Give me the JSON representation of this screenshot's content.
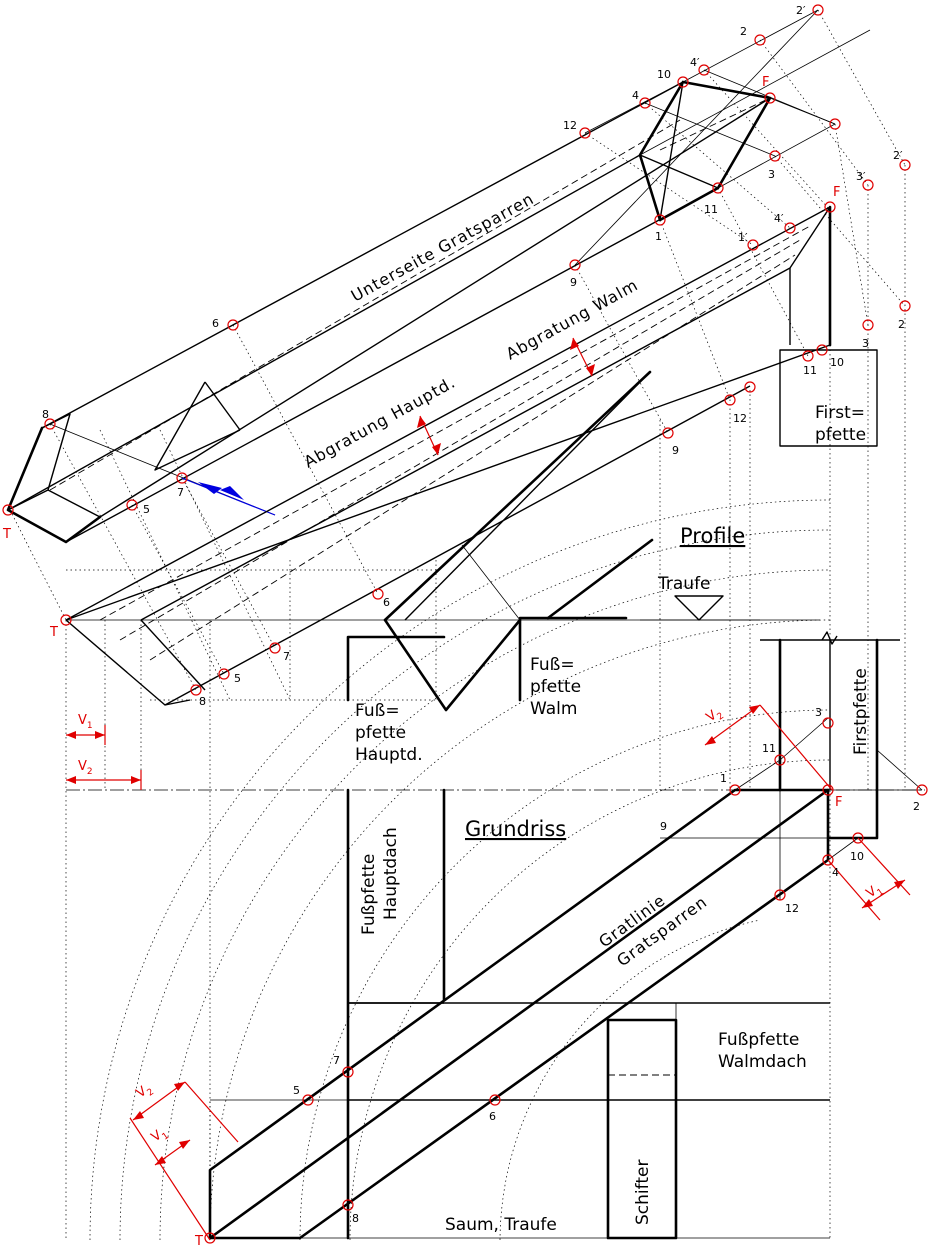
{
  "headings": {
    "profile": "Profile",
    "grundriss": "Grundriss"
  },
  "upper_labels": {
    "unterseite": "Unterseite Gratsparren",
    "abgratung_walm": "Abgratung Walm",
    "abgratung_hauptd": "Abgratung Hauptd.",
    "traufe": "Traufe",
    "first_line1": "First=",
    "first_line2": "pfette",
    "fuss_walm_1": "Fuß=",
    "fuss_walm_2": "pfette",
    "fuss_walm_3": "Walm",
    "fuss_haupt_1": "Fuß=",
    "fuss_haupt_2": "pfette",
    "fuss_haupt_3": "Hauptd."
  },
  "plan_labels": {
    "firstpfette": "Firstpfette",
    "fusspfette_hauptdach_1": "Fußpfette",
    "fusspfette_hauptdach_2": "Hauptdach",
    "gratlinie": "Gratlinie",
    "gratsparren": "Gratsparren",
    "fusspfette_walmdach_1": "Fußpfette",
    "fusspfette_walmdach_2": "Walmdach",
    "schifter": "Schifter",
    "saum": "Saum, Traufe"
  },
  "point_labels": {
    "p2p_top": "2′",
    "p2_top": "2",
    "p4p_top": "4′",
    "p10_top": "10",
    "pF_top": "F",
    "p4_top": "4",
    "p12_top": "12",
    "p3_top": "3",
    "p11_top": "11",
    "p1_top": "1",
    "p9_top": "9",
    "p6_top": "6",
    "p8_top": "8",
    "p5_top": "5",
    "p7_top": "7",
    "pT_top": "T",
    "p2p_mid": "2′",
    "p3p_mid": "3′",
    "pF_mid": "F",
    "p4p_mid": "4′",
    "p1p_mid": "1′",
    "p2_mid": "2",
    "p3_mid": "3",
    "p10_mid": "10",
    "p11_mid": "11",
    "p12_mid": "12",
    "p9_mid": "9",
    "p6_mid": "6",
    "p7_mid": "7",
    "p5_mid": "5",
    "p8_mid": "8",
    "pT_mid": "T",
    "p3_plan": "3",
    "p11_plan": "11",
    "p1_plan": "1",
    "pF_plan": "F",
    "p2_plan": "2",
    "p9_plan": "9",
    "p10_plan": "10",
    "p4_plan": "4",
    "p12_plan": "12",
    "p7_plan": "7",
    "p5_plan": "5",
    "p6_plan": "6",
    "p8_plan": "8",
    "pT_plan": "T"
  },
  "dimension_labels": {
    "v": "V",
    "sub1": "1",
    "sub2": "2"
  },
  "colors": {
    "construction_points": "#e00000",
    "dimensions": "#e00000",
    "angle_arrow": "#0000e0",
    "lines": "#000000"
  }
}
